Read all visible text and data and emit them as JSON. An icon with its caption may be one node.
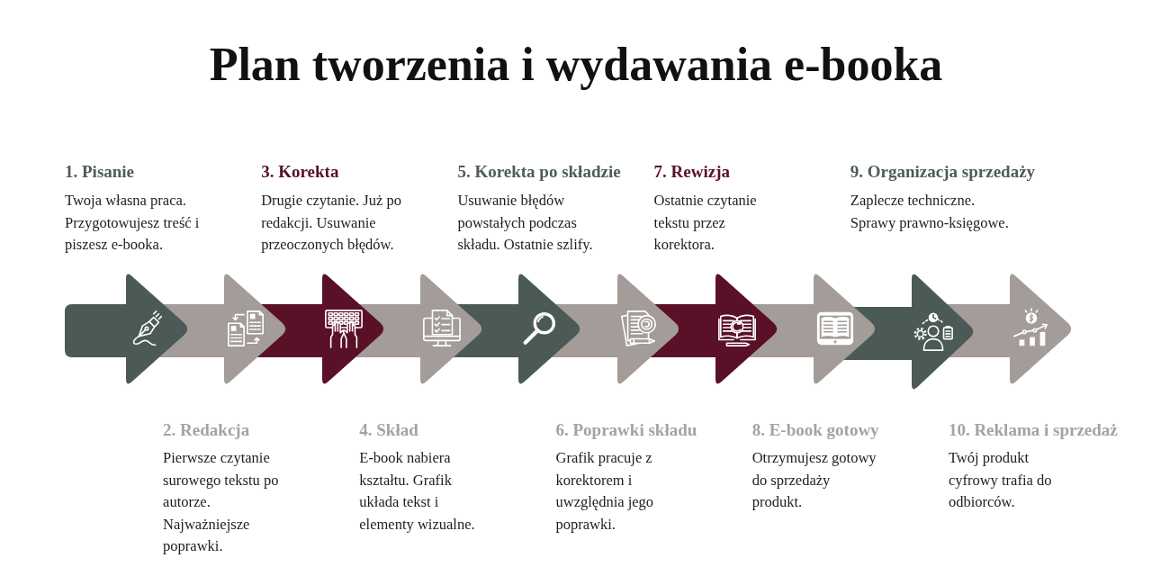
{
  "diagram": {
    "title": "Plan tworzenia i wydawania e-booka",
    "nodes": [
      {
        "text": [
          "1. Pisanie",
          "Twoja własna praca. Przygotowujesz treść i piszesz e-booka."
        ]
      },
      {
        "text": [
          "2. Redakcja",
          "Pierwsze czytanie surowego tekstu po autorze. Najważniejsze poprawki."
        ]
      },
      {
        "text": [
          "3. Korekta",
          "Drugie czytanie. Już po redakcji. Usuwanie przeoczonych błędów."
        ]
      },
      {
        "text": [
          "4. Skład",
          "E-book nabiera kształtu. Grafik układa tekst i elementy wizualne."
        ]
      },
      {
        "text": [
          "5. Korekta po składzie",
          "Usuwanie błędów powstałych podczas składu. Ostatnie szlify."
        ]
      },
      {
        "text": [
          "6. Poprawki składu",
          "Grafik pracuje z korektorem i uwzględnia jego poprawki."
        ]
      },
      {
        "text": [
          "7. Rewizja",
          "Ostatnie czytanie tekstu przez korektora."
        ]
      },
      {
        "text": [
          "8. E-book gotowy",
          "Otrzymujesz gotowy do sprzedaży produkt."
        ]
      },
      {
        "text": [
          "9. Organizacja sprzedaży",
          "Zaplecze techniczne. Sprawy prawno-księgowe."
        ]
      },
      {
        "text": [
          "10. Reklama i sprzedaż",
          "Twój produkt cyfrowy trafia do odbiorców."
        ]
      }
    ]
  }
}
